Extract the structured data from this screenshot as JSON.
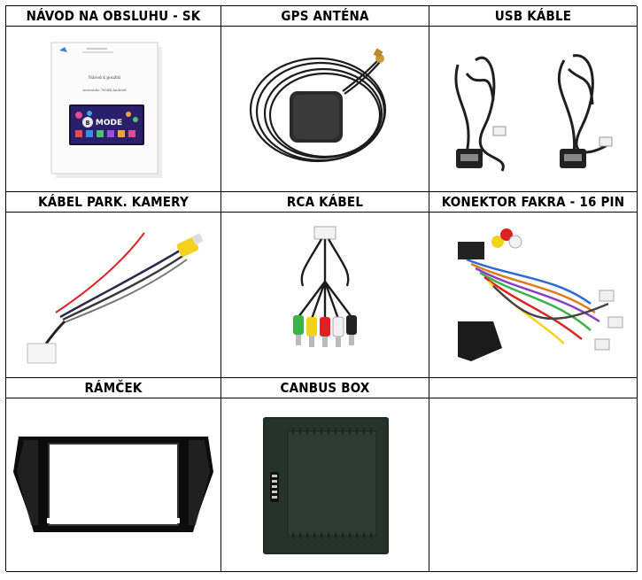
{
  "headers": {
    "manual": "NÁVOD NA OBSLUHU - SK",
    "gps": "GPS ANTÉNA",
    "usb": "USB KÁBLE",
    "camera_cable": "KÁBEL PARK. KAMERY",
    "rca": "RCA KÁBEL",
    "fakra": "KONEKTOR FAKRA - 16 PIN",
    "frame": "RÁMČEK",
    "canbus": "CANBUS BOX",
    "empty": ""
  },
  "manual_image": {
    "title_line": "Návod k použití",
    "subtitle_line": "Autorádio 7658B Android",
    "screen_logo": "MODE"
  }
}
